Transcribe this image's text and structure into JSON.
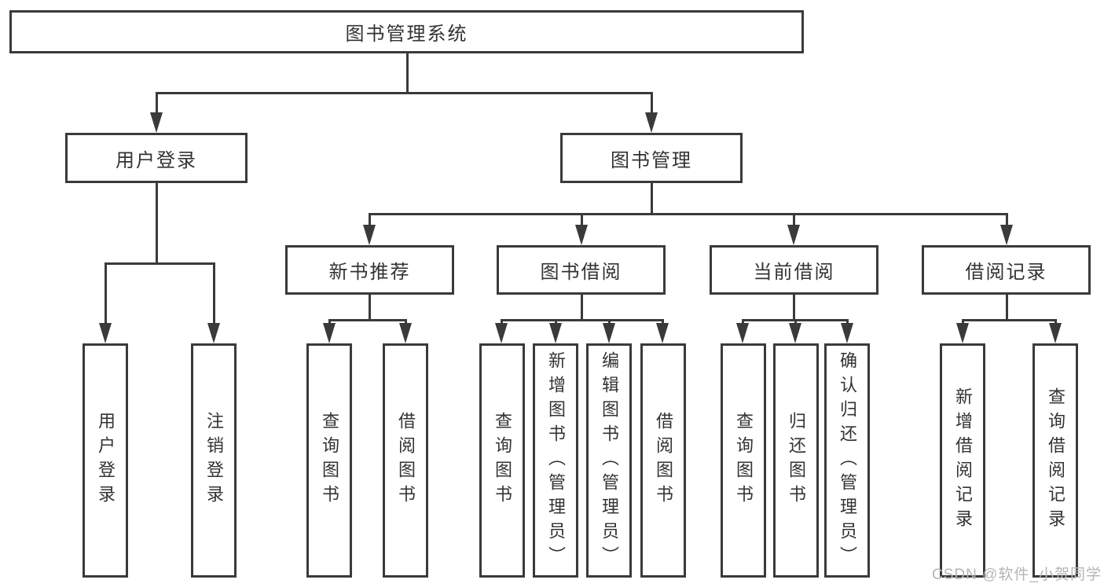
{
  "colors": {
    "line": "#3a3a3a",
    "text": "#333333",
    "watermark": "#b5b5b5",
    "background": "#ffffff"
  },
  "root": {
    "label": "图书管理系统"
  },
  "level2": {
    "user_login": {
      "label": "用户登录"
    },
    "book_management": {
      "label": "图书管理"
    }
  },
  "level3": {
    "new_book_recommend": {
      "label": "新书推荐"
    },
    "book_borrow": {
      "label": "图书借阅"
    },
    "current_borrow": {
      "label": "当前借阅"
    },
    "borrow_records": {
      "label": "借阅记录"
    }
  },
  "leaves": {
    "user_login": {
      "label": "用户登录"
    },
    "logout": {
      "label": "注销登录"
    },
    "nb_query_books": {
      "label": "查询图书"
    },
    "nb_borrow_books": {
      "label": "借阅图书"
    },
    "bb_query_books": {
      "label": "查询图书"
    },
    "bb_add_books_admin": {
      "label": "新增图书（管理员）"
    },
    "bb_edit_books_admin": {
      "label": "编辑图书（管理员）"
    },
    "bb_borrow_books": {
      "label": "借阅图书"
    },
    "cb_query_books": {
      "label": "查询图书"
    },
    "cb_return_books": {
      "label": "归还图书"
    },
    "cb_confirm_return_admin": {
      "label": "确认归还（管理员）"
    },
    "br_add_record": {
      "label": "新增借阅记录"
    },
    "br_query_record": {
      "label": "查询借阅记录"
    }
  },
  "watermark": {
    "text": "CSDN @软件_小贺同学"
  }
}
